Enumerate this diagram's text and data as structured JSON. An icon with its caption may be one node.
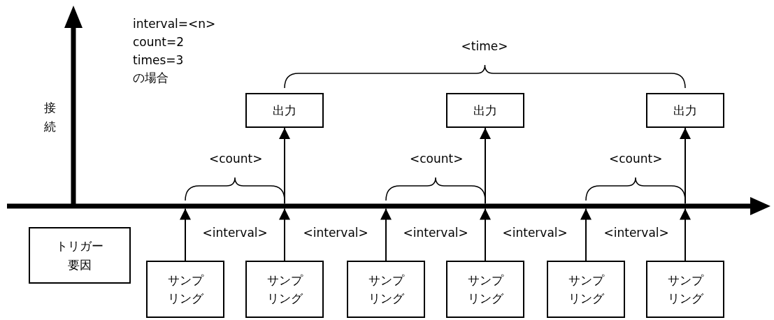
{
  "diagram": {
    "nodes": [
      {
        "text": [
          "トリガー要因"
        ]
      },
      {
        "text": [
          "サンプリング"
        ]
      },
      {
        "text": [
          "サンプリング"
        ]
      },
      {
        "text": [
          "サンプリング"
        ]
      },
      {
        "text": [
          "サンプリング"
        ]
      },
      {
        "text": [
          "サンプリング"
        ]
      },
      {
        "text": [
          "サンプリング"
        ]
      },
      {
        "text": [
          "出力"
        ]
      },
      {
        "text": [
          "出力"
        ]
      },
      {
        "text": [
          "出力"
        ]
      },
      {
        "text": [],
        "shape": "bar"
      }
    ],
    "edges": [
      {
        "from": 1,
        "to": 10,
        "arrow": "to"
      },
      {
        "from": 2,
        "to": 10,
        "arrow": "to"
      },
      {
        "from": 3,
        "to": 10,
        "arrow": "to"
      },
      {
        "from": 4,
        "to": 10,
        "arrow": "to"
      },
      {
        "from": 5,
        "to": 10,
        "arrow": "to"
      },
      {
        "from": 6,
        "to": 10,
        "arrow": "to"
      },
      {
        "from": 10,
        "to": 7,
        "arrow": "to"
      },
      {
        "from": 10,
        "to": 8,
        "arrow": "to"
      },
      {
        "from": 10,
        "to": 9,
        "arrow": "to"
      }
    ],
    "labels": [
      "interval=<n>",
      "count=2",
      "times=3",
      "の場合",
      "接続",
      "<time>",
      "<count>",
      "<count>",
      "<count>",
      "<interval>",
      "<interval>",
      "<interval>",
      "<interval>",
      "<interval>"
    ]
  }
}
